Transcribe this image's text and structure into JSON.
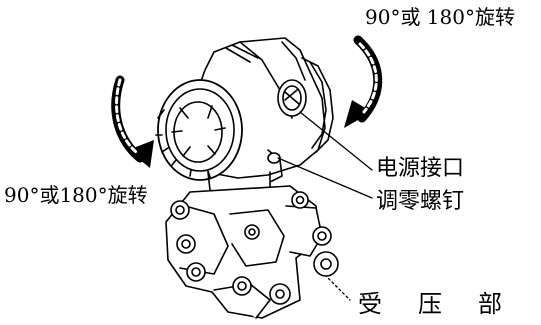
{
  "labels": {
    "rotation_top": "90°或 180°旋转",
    "rotation_left": "90°或180°旋转",
    "power_port": "电源接口",
    "zero_screw": "调零螺钉",
    "pressure_capsule": [
      "受",
      "压",
      "部"
    ]
  },
  "icons": [
    "curved-arrow-icon",
    "curved-arrow-icon"
  ],
  "colors": {
    "line": "#000000",
    "background": "#ffffff"
  }
}
